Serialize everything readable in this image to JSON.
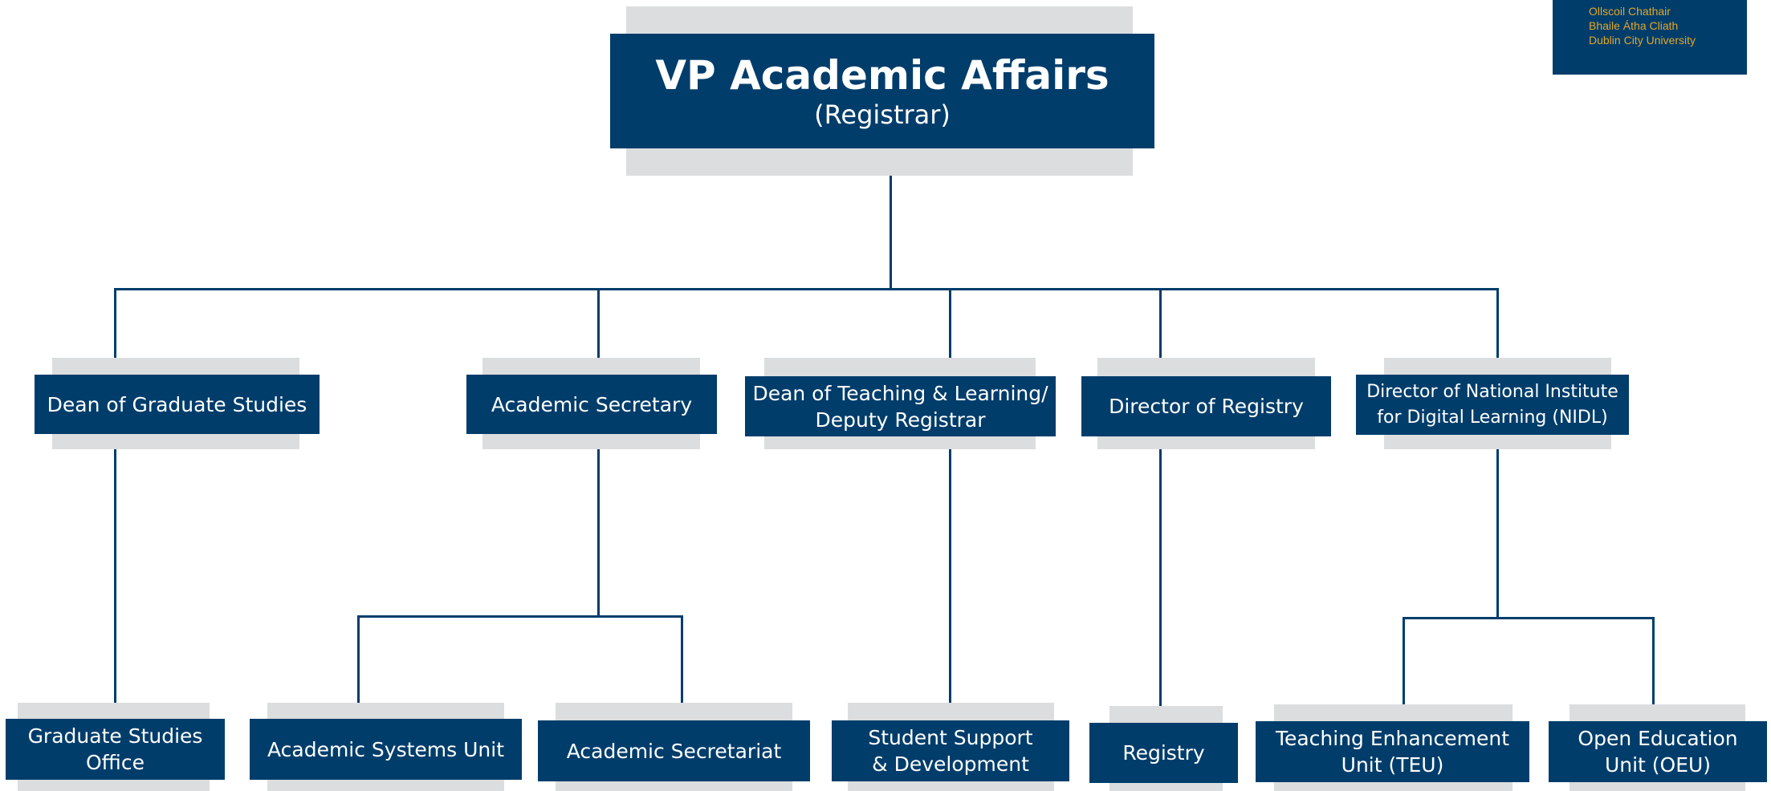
{
  "logo": {
    "lines": [
      "Ollscoil Chathair",
      "Bhaile Átha Cliath",
      "Dublin City University"
    ]
  },
  "root": {
    "title": "VP Academic Affairs",
    "subtitle": "(Registrar)"
  },
  "level1": [
    {
      "lines": [
        "Dean of Graduate Studies"
      ]
    },
    {
      "lines": [
        "Academic Secretary"
      ]
    },
    {
      "lines": [
        "Dean of Teaching & Learning/",
        "Deputy Registrar"
      ]
    },
    {
      "lines": [
        "Director of Registry"
      ]
    },
    {
      "lines": [
        "Director of National Institute",
        "for Digital Learning (NIDL)"
      ]
    }
  ],
  "level2": [
    {
      "lines": [
        "Graduate Studies",
        "Office"
      ]
    },
    {
      "lines": [
        "Academic Systems Unit"
      ]
    },
    {
      "lines": [
        "Academic Secretariat"
      ]
    },
    {
      "lines": [
        "Student Support",
        "& Development"
      ]
    },
    {
      "lines": [
        "Registry"
      ]
    },
    {
      "lines": [
        "Teaching Enhancement",
        "Unit (TEU)"
      ]
    },
    {
      "lines": [
        "Open Education",
        "Unit (OEU)"
      ]
    }
  ],
  "colors": {
    "box": "#003d6b",
    "shadow": "#dcdddf",
    "logo_text": "#e4a627"
  }
}
